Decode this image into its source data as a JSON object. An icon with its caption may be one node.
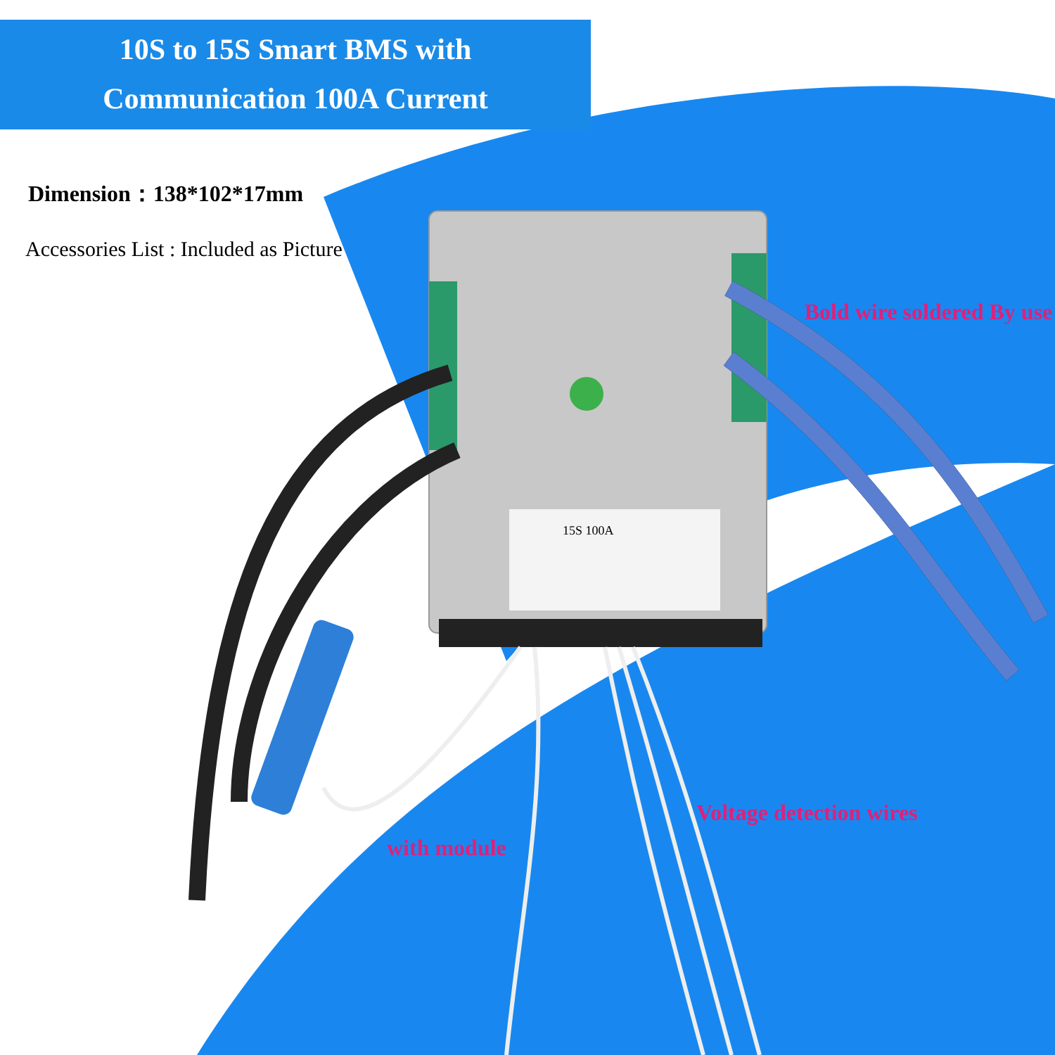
{
  "diagram": {
    "title": "10S to 15S Smart BMS with Communication 100A Current",
    "labels": [
      "Dimension：138*102*17mm",
      "Accessories List : Included as Picture",
      "Bold wire soldered By use",
      "15S 100A",
      "Voltage detection wires",
      "with module"
    ]
  }
}
